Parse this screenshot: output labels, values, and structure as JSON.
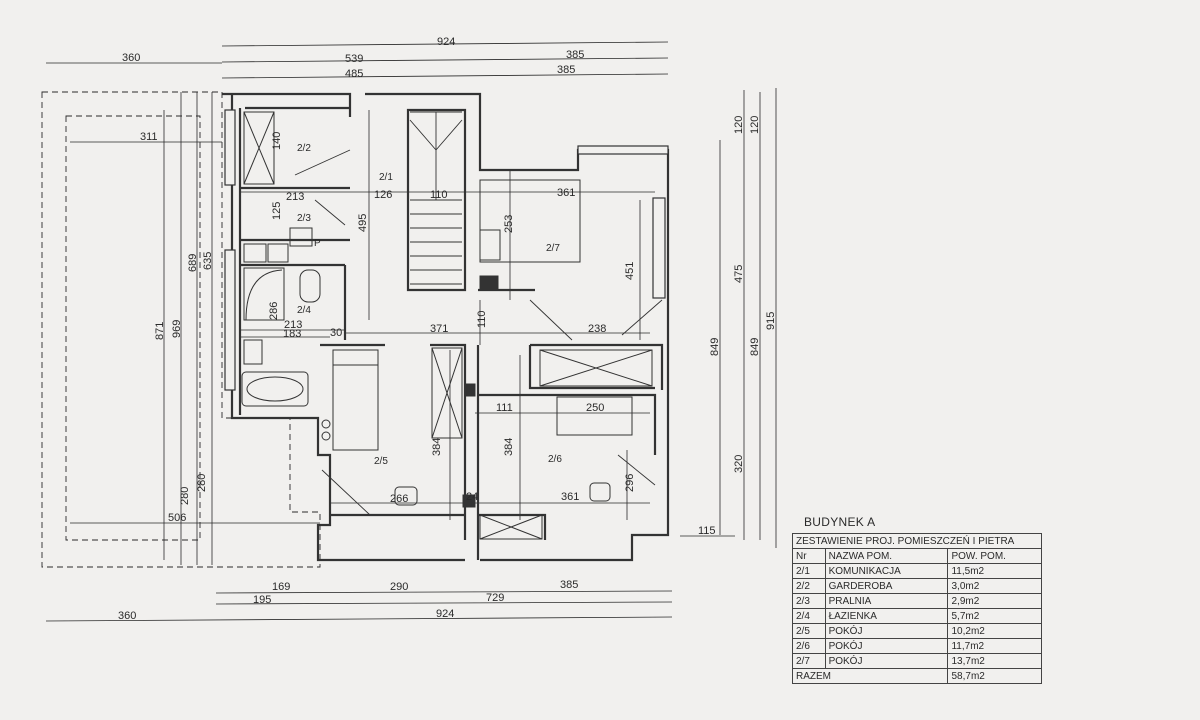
{
  "dimensions_top": [
    {
      "id": "t924",
      "label": "924"
    },
    {
      "id": "t360",
      "label": "360"
    },
    {
      "id": "t539",
      "label": "539"
    },
    {
      "id": "t385a",
      "label": "385"
    },
    {
      "id": "t485",
      "label": "485"
    },
    {
      "id": "t385b",
      "label": "385"
    }
  ],
  "dimensions_bottom": [
    {
      "id": "b169",
      "label": "169"
    },
    {
      "id": "b290",
      "label": "290"
    },
    {
      "id": "b385",
      "label": "385"
    },
    {
      "id": "b195",
      "label": "195"
    },
    {
      "id": "b729",
      "label": "729"
    },
    {
      "id": "b360",
      "label": "360"
    },
    {
      "id": "b924",
      "label": "924"
    }
  ],
  "dimensions_left": [
    {
      "id": "l871",
      "label": "871"
    },
    {
      "id": "l969",
      "label": "969"
    },
    {
      "id": "l689",
      "label": "689"
    },
    {
      "id": "l635",
      "label": "635"
    },
    {
      "id": "l280a",
      "label": "280"
    },
    {
      "id": "l280b",
      "label": "280"
    }
  ],
  "dimensions_right": [
    {
      "id": "r120a",
      "label": "120"
    },
    {
      "id": "r120b",
      "label": "120"
    },
    {
      "id": "r475",
      "label": "475"
    },
    {
      "id": "r915",
      "label": "915"
    },
    {
      "id": "r849a",
      "label": "849"
    },
    {
      "id": "r849b",
      "label": "849"
    },
    {
      "id": "r320",
      "label": "320"
    },
    {
      "id": "r115",
      "label": "115"
    }
  ],
  "dimensions_inner": [
    {
      "id": "i311",
      "label": "311"
    },
    {
      "id": "i140",
      "label": "140"
    },
    {
      "id": "i213a",
      "label": "213"
    },
    {
      "id": "i126",
      "label": "126"
    },
    {
      "id": "i110a",
      "label": "110"
    },
    {
      "id": "i361a",
      "label": "361"
    },
    {
      "id": "i125",
      "label": "125"
    },
    {
      "id": "i495",
      "label": "495"
    },
    {
      "id": "i253",
      "label": "253"
    },
    {
      "id": "i451",
      "label": "451"
    },
    {
      "id": "i286",
      "label": "286"
    },
    {
      "id": "i213b",
      "label": "213"
    },
    {
      "id": "i30",
      "label": "30"
    },
    {
      "id": "i183",
      "label": "183"
    },
    {
      "id": "i371",
      "label": "371"
    },
    {
      "id": "i110b",
      "label": "110"
    },
    {
      "id": "i238",
      "label": "238"
    },
    {
      "id": "i111",
      "label": "111"
    },
    {
      "id": "i250",
      "label": "250"
    },
    {
      "id": "i384a",
      "label": "384"
    },
    {
      "id": "i384b",
      "label": "384"
    },
    {
      "id": "i266",
      "label": "266"
    },
    {
      "id": "i24",
      "label": "24"
    },
    {
      "id": "i361b",
      "label": "361"
    },
    {
      "id": "i296",
      "label": "296"
    },
    {
      "id": "i506",
      "label": "506"
    }
  ],
  "rooms": [
    {
      "id": "2/1",
      "label": "2/1"
    },
    {
      "id": "2/2",
      "label": "2/2"
    },
    {
      "id": "2/3",
      "label": "2/3"
    },
    {
      "id": "2/4",
      "label": "2/4"
    },
    {
      "id": "2/5",
      "label": "2/5"
    },
    {
      "id": "2/6",
      "label": "2/6"
    },
    {
      "id": "2/7",
      "label": "2/7"
    }
  ],
  "fixture_label": "P",
  "schedule": {
    "title": "BUDYNEK A",
    "subtitle": "ZESTAWIENIE PROJ. POMIESZCZEŃ I PIETRA",
    "headers": {
      "nr": "Nr",
      "name": "NAZWA POM.",
      "area": "POW. POM."
    },
    "rows": [
      {
        "nr": "2/1",
        "name": "KOMUNIKACJA",
        "area": "11,5m2"
      },
      {
        "nr": "2/2",
        "name": "GARDEROBA",
        "area": "3,0m2"
      },
      {
        "nr": "2/3",
        "name": "PRALNIA",
        "area": "2,9m2"
      },
      {
        "nr": "2/4",
        "name": "ŁAZIENKA",
        "area": "5,7m2"
      },
      {
        "nr": "2/5",
        "name": "POKÓJ",
        "area": "10,2m2"
      },
      {
        "nr": "2/6",
        "name": "POKÓJ",
        "area": "11,7m2"
      },
      {
        "nr": "2/7",
        "name": "POKÓJ",
        "area": "13,7m2"
      }
    ],
    "total_label": "RAZEM",
    "total_area": "58,7m2"
  },
  "colors": {
    "paper": "#f1f0ee",
    "ink": "#2a2a2a",
    "wall": "#3a3a3a"
  }
}
